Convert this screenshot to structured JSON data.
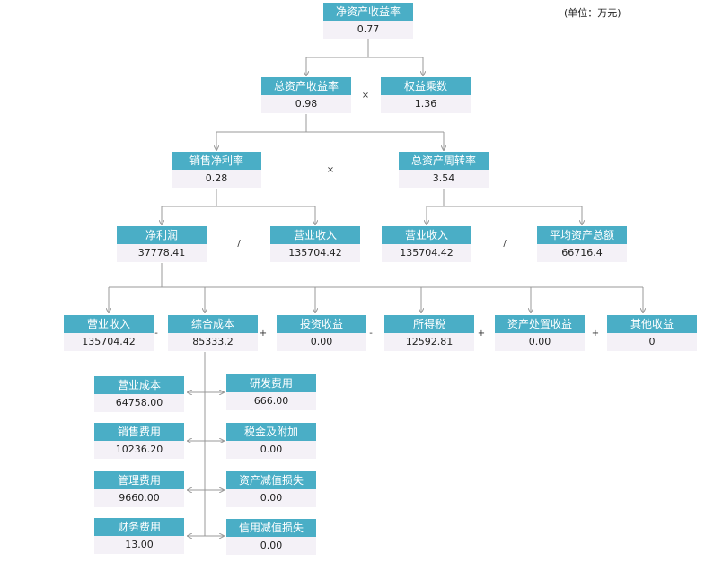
{
  "unit": "(单位：万元)",
  "nodes": {
    "roe": {
      "label": "净资产收益率",
      "value": "0.77"
    },
    "roa": {
      "label": "总资产收益率",
      "value": "0.98"
    },
    "equity_multiplier": {
      "label": "权益乘数",
      "value": "1.36"
    },
    "net_margin": {
      "label": "销售净利率",
      "value": "0.28"
    },
    "asset_turnover": {
      "label": "总资产周转率",
      "value": "3.54"
    },
    "net_profit": {
      "label": "净利润",
      "value": "37778.41"
    },
    "revenue_a": {
      "label": "营业收入",
      "value": "135704.42"
    },
    "revenue_b": {
      "label": "营业收入",
      "value": "135704.42"
    },
    "avg_assets": {
      "label": "平均资产总额",
      "value": "66716.4"
    },
    "revenue_c": {
      "label": "营业收入",
      "value": "135704.42"
    },
    "total_cost": {
      "label": "综合成本",
      "value": "85333.2"
    },
    "invest_income": {
      "label": "投资收益",
      "value": "0.00"
    },
    "income_tax": {
      "label": "所得税",
      "value": "12592.81"
    },
    "asset_disposal": {
      "label": "资产处置收益",
      "value": "0.00"
    },
    "other_income": {
      "label": "其他收益",
      "value": "0"
    },
    "op_cost": {
      "label": "营业成本",
      "value": "64758.00"
    },
    "rd_expense": {
      "label": "研发费用",
      "value": "666.00"
    },
    "selling_expense": {
      "label": "销售费用",
      "value": "10236.20"
    },
    "tax_surcharge": {
      "label": "税金及附加",
      "value": "0.00"
    },
    "admin_expense": {
      "label": "管理费用",
      "value": "9660.00"
    },
    "asset_impairment": {
      "label": "资产减值损失",
      "value": "0.00"
    },
    "finance_expense": {
      "label": "财务费用",
      "value": "13.00"
    },
    "credit_impairment": {
      "label": "信用减值损失",
      "value": "0.00"
    }
  },
  "operators": {
    "roa_times_em": "×",
    "margin_times_turnover": "×",
    "profit_div_revenue": "/",
    "revenue_div_assets": "/",
    "minus_cost": "-",
    "plus_invest": "+",
    "minus_tax": "-",
    "plus_disposal": "+",
    "plus_other": "+"
  },
  "colors": {
    "header": "#4aaec6",
    "value_bg": "#f4f1f7",
    "connector": "#999999"
  }
}
